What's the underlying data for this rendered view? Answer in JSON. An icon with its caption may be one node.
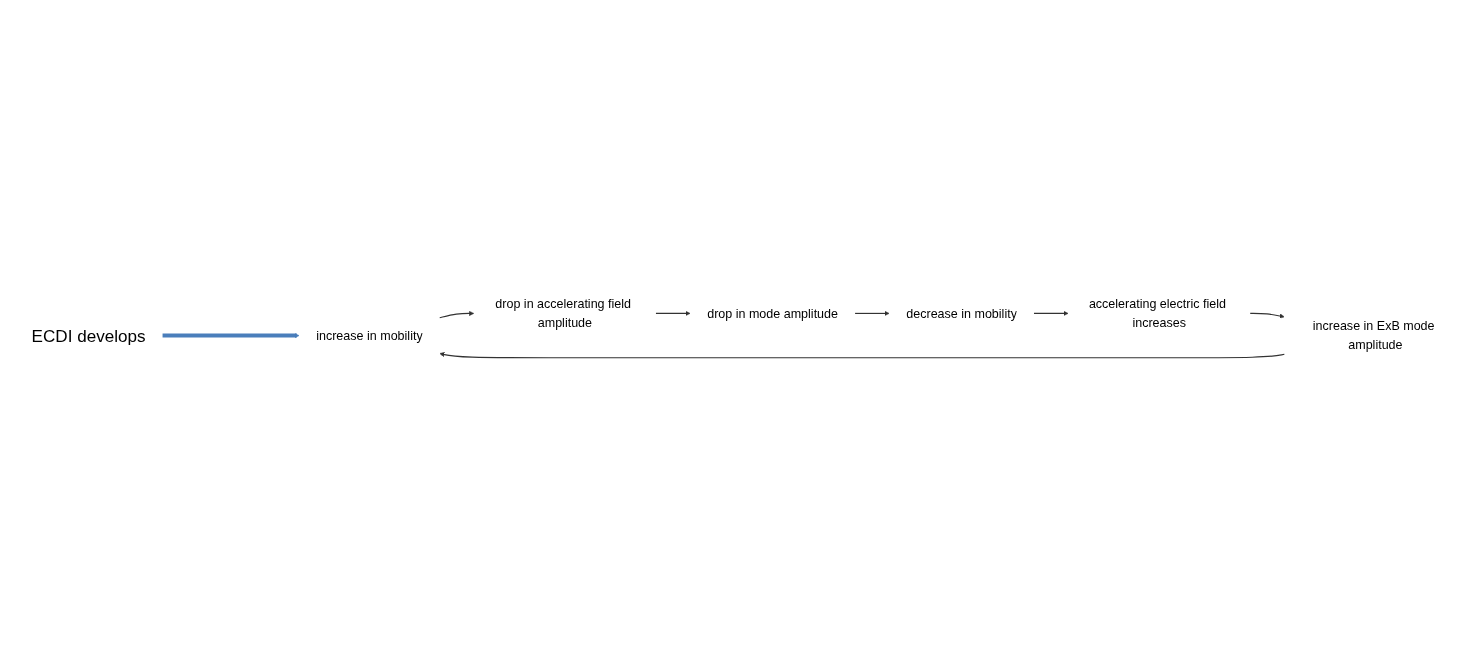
{
  "diagram": {
    "nodes": [
      {
        "text": [
          "ECDI develops"
        ]
      },
      {
        "text": [
          "increase in mobility"
        ]
      },
      {
        "text": [
          "drop in accelerating field amplitude"
        ]
      },
      {
        "text": [
          "drop in mode amplitude"
        ]
      },
      {
        "text": [
          "decrease in mobility"
        ]
      },
      {
        "text": [
          "accelerating electric field increases"
        ]
      },
      {
        "text": [
          "increase in ExB mode amplitude"
        ]
      }
    ],
    "edges": [
      {
        "from": 0,
        "to": 1,
        "arrow": "to",
        "style": "thick",
        "color": "#4a7ebb"
      },
      {
        "from": 1,
        "to": 2,
        "arrow": "to"
      },
      {
        "from": 2,
        "to": 3,
        "arrow": "to"
      },
      {
        "from": 3,
        "to": 4,
        "arrow": "to"
      },
      {
        "from": 4,
        "to": 5,
        "arrow": "to"
      },
      {
        "from": 5,
        "to": 6,
        "arrow": "to"
      },
      {
        "from": 6,
        "to": 1,
        "arrow": "to"
      }
    ]
  }
}
